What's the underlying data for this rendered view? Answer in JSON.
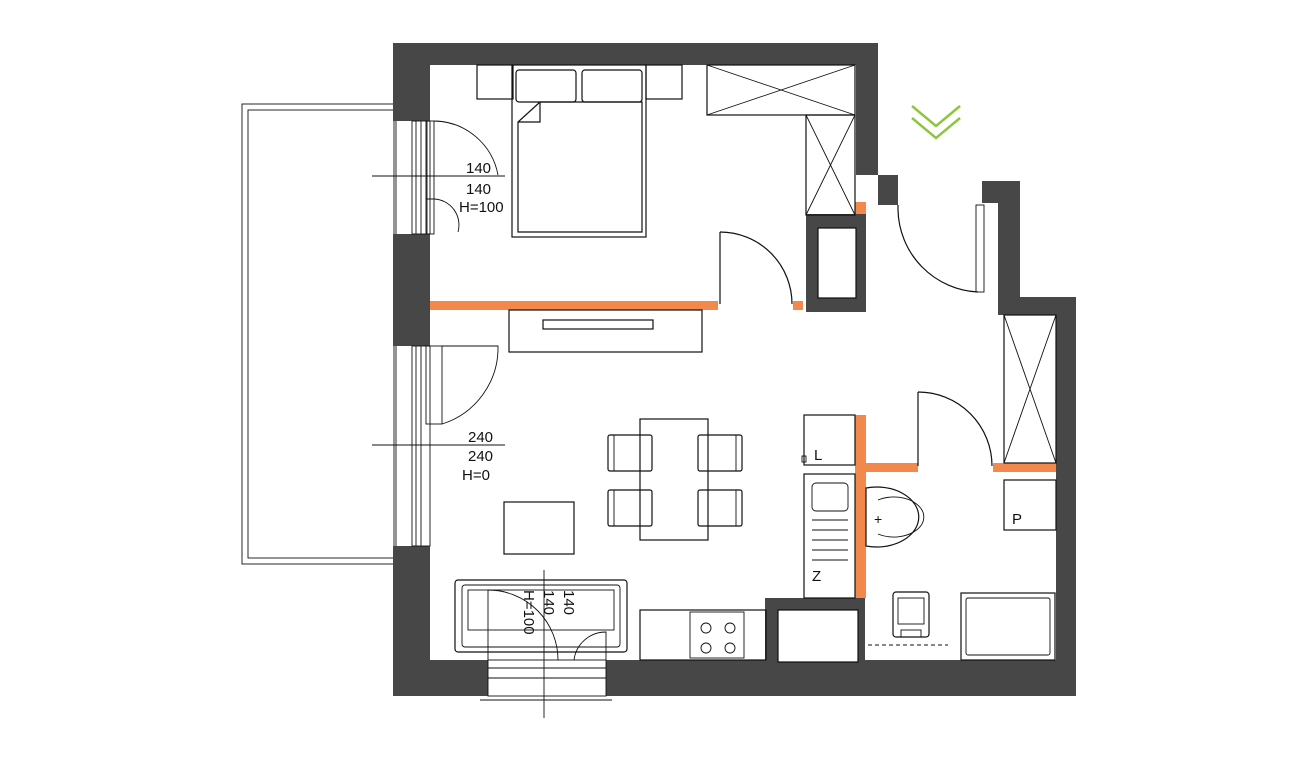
{
  "windows": {
    "bedroom": {
      "width": "140",
      "height": "140",
      "sill": "H=100"
    },
    "living": {
      "width": "240",
      "height": "240",
      "sill": "H=0"
    },
    "kitchen": {
      "width": "140",
      "height": "140",
      "sill": "H=100"
    }
  },
  "fixtures": {
    "fridge_mark": "L",
    "dishwasher_mark": "Z",
    "washer_mark": "P"
  },
  "colors": {
    "walls": "#474747",
    "new_partitions": "#f2884b",
    "entrance_arrow": "#8dc63f",
    "lines": "#111111"
  },
  "icons": {
    "entrance": "double-chevron-down-icon",
    "door": "door-swing-arc-icon"
  }
}
